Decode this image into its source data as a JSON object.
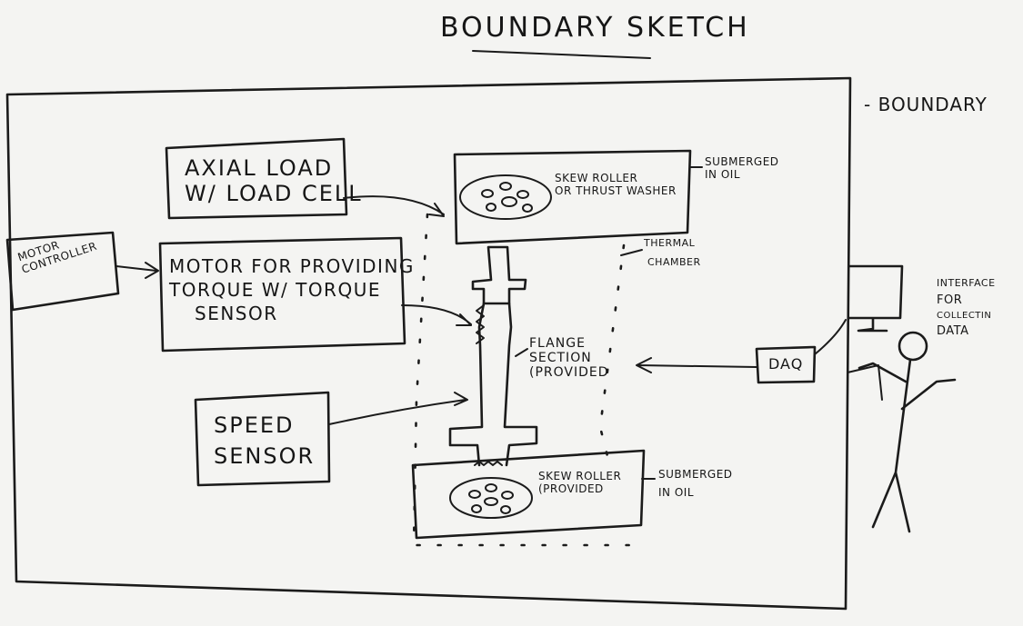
{
  "title": "BOUNDARY SKETCH",
  "boundary_label": "- BOUNDARY",
  "axial_load": {
    "line1": "AXIAL LOAD",
    "line2": "W/ LOAD CELL"
  },
  "motor_controller": {
    "line1": "MOTOR",
    "line2": "CONTROLLER"
  },
  "motor": {
    "line1": "MOTOR FOR PROVIDING",
    "line2": "TORQUE W/ TORQUE",
    "line3": "SENSOR"
  },
  "speed_sensor": {
    "line1": "SPEED",
    "line2": "SENSOR"
  },
  "top_roller": {
    "line1": "SKEW ROLLER",
    "line2": "OR THRUST WASHER"
  },
  "top_submerged": {
    "line1": "SUBMERGED",
    "line2": "IN OIL"
  },
  "thermal_chamber": {
    "line1": "THERMAL",
    "line2": "CHAMBER"
  },
  "flange": {
    "line1": "FLANGE",
    "line2": "SECTION",
    "line3": "(PROVIDED"
  },
  "bottom_roller": {
    "line1": "SKEW ROLLER",
    "line2": "(PROVIDED"
  },
  "bottom_submerged": {
    "line1": "SUBMERGED",
    "line2": "IN OIL"
  },
  "daq": "DAQ",
  "interface": {
    "line1": "INTERFACE",
    "line2": "FOR",
    "line3": "COLLECTIN",
    "line4": "DATA"
  },
  "colors": {
    "paper": "#f4f4f2",
    "ink": "#1b1b1b"
  }
}
